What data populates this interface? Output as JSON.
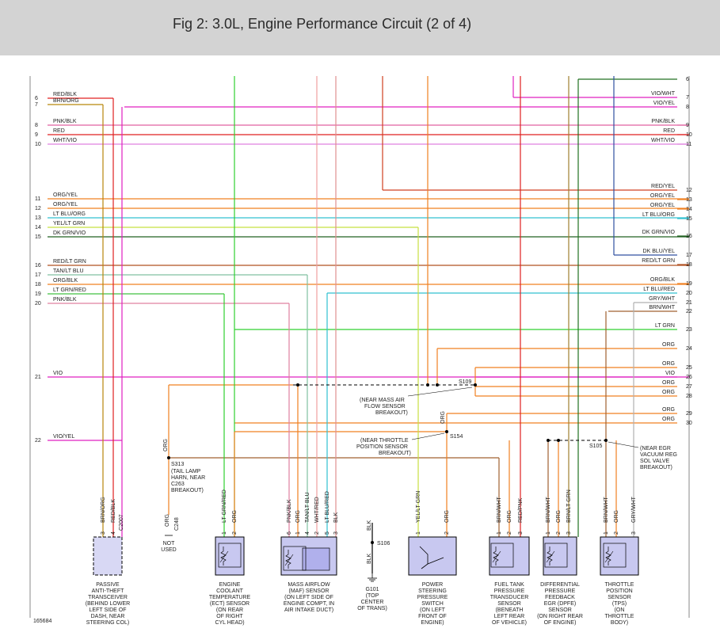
{
  "title": "Fig 2: 3.0L, Engine Performance Circuit (2 of 4)",
  "figure_number": "165684",
  "left_wires": [
    {
      "num": "6",
      "label": "RED/BLK",
      "color": "#e02020"
    },
    {
      "num": "7",
      "label": "BRN/ORG",
      "color": "#b8860b"
    },
    {
      "num": "8",
      "label": "PNK/BLK",
      "color": "#e060a0"
    },
    {
      "num": "9",
      "label": "RED",
      "color": "#e02020"
    },
    {
      "num": "10",
      "label": "WHT/VIO",
      "color": "#e080e0"
    },
    {
      "num": "11",
      "label": "ORG/YEL",
      "color": "#f08020"
    },
    {
      "num": "12",
      "label": "ORG/YEL",
      "color": "#f08020"
    },
    {
      "num": "13",
      "label": "LT BLU/ORG",
      "color": "#30c0d0"
    },
    {
      "num": "14",
      "label": "YEL/LT GRN",
      "color": "#c8e040"
    },
    {
      "num": "15",
      "label": "DK GRN/VIO",
      "color": "#206020"
    },
    {
      "num": "16",
      "label": "RED/LT GRN",
      "color": "#b05020"
    },
    {
      "num": "17",
      "label": "TAN/LT BLU",
      "color": "#80c0a0"
    },
    {
      "num": "18",
      "label": "ORG/BLK",
      "color": "#f08020"
    },
    {
      "num": "19",
      "label": "LT GRN/RED",
      "color": "#40c040"
    },
    {
      "num": "20",
      "label": "PNK/BLK",
      "color": "#e080a0"
    },
    {
      "num": "21",
      "label": "VIO",
      "color": "#e020c0"
    },
    {
      "num": "22",
      "label": "VIO/YEL",
      "color": "#e020c0"
    }
  ],
  "right_wires": [
    {
      "num": "6",
      "label": "",
      "color": "#207020"
    },
    {
      "num": "7",
      "label": "VIO/WHT",
      "color": "#e020c0"
    },
    {
      "num": "8",
      "label": "VIO/YEL",
      "color": "#e020c0"
    },
    {
      "num": "9",
      "label": "PNK/BLK",
      "color": "#e060a0"
    },
    {
      "num": "10",
      "label": "RED",
      "color": "#e02020"
    },
    {
      "num": "11",
      "label": "WHT/VIO",
      "color": "#e080e0"
    },
    {
      "num": "12",
      "label": "RED/YEL",
      "color": "#d04020"
    },
    {
      "num": "13",
      "label": "ORG/YEL",
      "color": "#f08020"
    },
    {
      "num": "14",
      "label": "ORG/YEL",
      "color": "#f08020"
    },
    {
      "num": "15",
      "label": "LT BLU/ORG",
      "color": "#30c0d0"
    },
    {
      "num": "16",
      "label": "DK GRN/VIO",
      "color": "#206020"
    },
    {
      "num": "17",
      "label": "DK BLU/YEL",
      "color": "#3050a0"
    },
    {
      "num": "18",
      "label": "RED/LT GRN",
      "color": "#b05020"
    },
    {
      "num": "19",
      "label": "ORG/BLK",
      "color": "#f08020"
    },
    {
      "num": "20",
      "label": "LT BLU/RED",
      "color": "#30c0d0"
    },
    {
      "num": "21",
      "label": "GRY/WHT",
      "color": "#b0b0b0"
    },
    {
      "num": "22",
      "label": "BRN/WHT",
      "color": "#a06030"
    },
    {
      "num": "23",
      "label": "LT GRN",
      "color": "#30d030"
    },
    {
      "num": "24",
      "label": "ORG",
      "color": "#f08020"
    },
    {
      "num": "25",
      "label": "ORG",
      "color": "#f08020"
    },
    {
      "num": "26",
      "label": "VIO",
      "color": "#e020c0"
    },
    {
      "num": "27",
      "label": "ORG",
      "color": "#f08020"
    },
    {
      "num": "28",
      "label": "ORG",
      "color": "#f08020"
    },
    {
      "num": "29",
      "label": "ORG",
      "color": "#f08020"
    },
    {
      "num": "30",
      "label": "ORG",
      "color": "#f08020"
    }
  ],
  "splices": {
    "s109": "S109",
    "s109_note": [
      "(NEAR MASS AIR",
      "FLOW SENSOR",
      "BREAKOUT)"
    ],
    "s154": "S154",
    "s154_note": [
      "(NEAR THROTTLE",
      "POSITION SENSOR",
      "BREAKOUT)"
    ],
    "s105": "S105",
    "s105_note": [
      "(NEAR EGR",
      "VACUUM REG",
      "SOL VALVE",
      "BREAKOUT)"
    ],
    "s313": "S313",
    "s313_note": [
      "(TAIL LAMP",
      "HARN, NEAR",
      "C263",
      "BREAKOUT)"
    ],
    "s106": "S106",
    "org_top": "ORG",
    "org_154": "ORG",
    "blk_top": "BLK",
    "blk_bot": "BLK"
  },
  "components": {
    "pats": {
      "pins": [
        "3",
        "4"
      ],
      "wires": [
        "BRN/ORG",
        "RED/BLK"
      ],
      "conn": "C2007",
      "label": [
        "PASSIVE",
        "ANTI-THEFT",
        "TRANSCEIVER",
        "(BEHIND LOWER",
        "LEFT SIDE OF",
        "DASH, NEAR",
        "STEERING COL)"
      ]
    },
    "c248": {
      "wire": "ORG",
      "conn": "C248",
      "label": [
        "NOT",
        "USED"
      ]
    },
    "ect": {
      "pins": [
        "1",
        "2"
      ],
      "wires": [
        "LT GRN/RED",
        "ORG"
      ],
      "label": [
        "ENGINE",
        "COOLANT",
        "TEMPERATURE",
        "(ECT) SENSOR",
        "(ON REAR",
        "OF RIGHT",
        "CYL HEAD)"
      ]
    },
    "maf": {
      "pins": [
        "6",
        "1",
        "4",
        "2",
        "5",
        "3"
      ],
      "wires": [
        "PNK/BLK",
        "ORG",
        "TAN/LT BLU",
        "WHT/RED",
        "LT BLU/RED",
        "BLK"
      ],
      "label": [
        "MASS AIRFLOW",
        "(MAF) SENSOR",
        "(ON LEFT SIDE OF",
        "ENGINE COMPT, IN",
        "AIR INTAKE DUCT)"
      ]
    },
    "g101": {
      "label": [
        "G101",
        "(TOP",
        "CENTER",
        "OF TRANS)"
      ]
    },
    "psp": {
      "pins": [
        "1",
        "2"
      ],
      "wires": [
        "YEL/LT GRN",
        "ORG"
      ],
      "label": [
        "POWER",
        "STEERING",
        "PRESSURE",
        "SWITCH",
        "(ON LEFT",
        "FRONT OF",
        "ENGINE)"
      ]
    },
    "ftp": {
      "pins": [
        "1",
        "2",
        "3"
      ],
      "wires": [
        "BRN/WHT",
        "ORG",
        "RED/PNK"
      ],
      "label": [
        "FUEL TANK",
        "PRESSURE",
        "TRANSDUCER",
        "SENSOR",
        "(BENEATH",
        "LEFT REAR",
        "OF VEHICLE)"
      ]
    },
    "dpfe": {
      "pins": [
        "1",
        "2",
        "3"
      ],
      "wires": [
        "BRN/WHT",
        "ORG",
        "BRN/LT GRN"
      ],
      "label": [
        "DIFFERENTIAL",
        "PRESSURE",
        "FEEDBACK",
        "EGR (DPFE)",
        "SENSOR",
        "(ON RIGHT REAR",
        "OF ENGINE)"
      ]
    },
    "tps": {
      "pins": [
        "1",
        "2",
        "3"
      ],
      "wires": [
        "BRN/WHT",
        "ORG",
        "GRY/WHT"
      ],
      "label": [
        "THROTTLE",
        "POSITION",
        "SENSOR",
        "(TPS)",
        "(ON",
        "THROTTLE",
        "BODY)"
      ]
    }
  },
  "colors": {
    "header_bg": "#d3d3d3",
    "org": "#f08020",
    "vio": "#e020c0",
    "ltgrn": "#30d030",
    "red": "#e02020",
    "ltblu": "#30c0d0",
    "tan": "#80c0a0",
    "yelgrn": "#c8e040",
    "pnk": "#e080a0",
    "gry": "#b0b0b0",
    "brn": "#a06030",
    "dkgrn": "#206020",
    "comp_fill": "#c8c8f0"
  }
}
